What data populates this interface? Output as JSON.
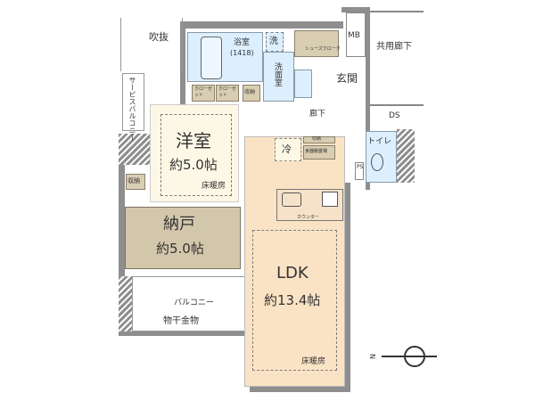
{
  "labels": {
    "fukinuke": "吹抜",
    "service_balcony": "サービスバルコニー",
    "bath": "浴室",
    "bath_size": "(1418)",
    "wash": "洗",
    "shoe_closet": "シューズクローク",
    "mb": "MB",
    "common_corridor": "共用廊下",
    "washroom": "洗面室",
    "entrance": "玄関",
    "closet1": "クローゼット",
    "closet2": "クローゼット",
    "storage1": "収納",
    "corridor": "廊下",
    "ds": "DS",
    "western_room": "洋室",
    "western_room_size": "約5.0帖",
    "floor_heating1": "床暖房",
    "fridge": "冷",
    "storage2": "収納",
    "dish_shelf": "食器棚置場",
    "toilet": "トイレ",
    "ps": "PS",
    "storeroom": "納戸",
    "storeroom_size": "約5.0帖",
    "storage3": "収納",
    "counter": "カウンター",
    "ldk": "LDK",
    "ldk_size": "約13.4帖",
    "floor_heating2": "床暖房",
    "balcony": "バルコニー",
    "clothes_hanger": "物干金物",
    "north": "N"
  },
  "colors": {
    "ldk": "#fae3c4",
    "western": "#fdf8e6",
    "storeroom": "#d3c7ab",
    "wet": "#dcefff",
    "wall": "#8e8e8e"
  }
}
